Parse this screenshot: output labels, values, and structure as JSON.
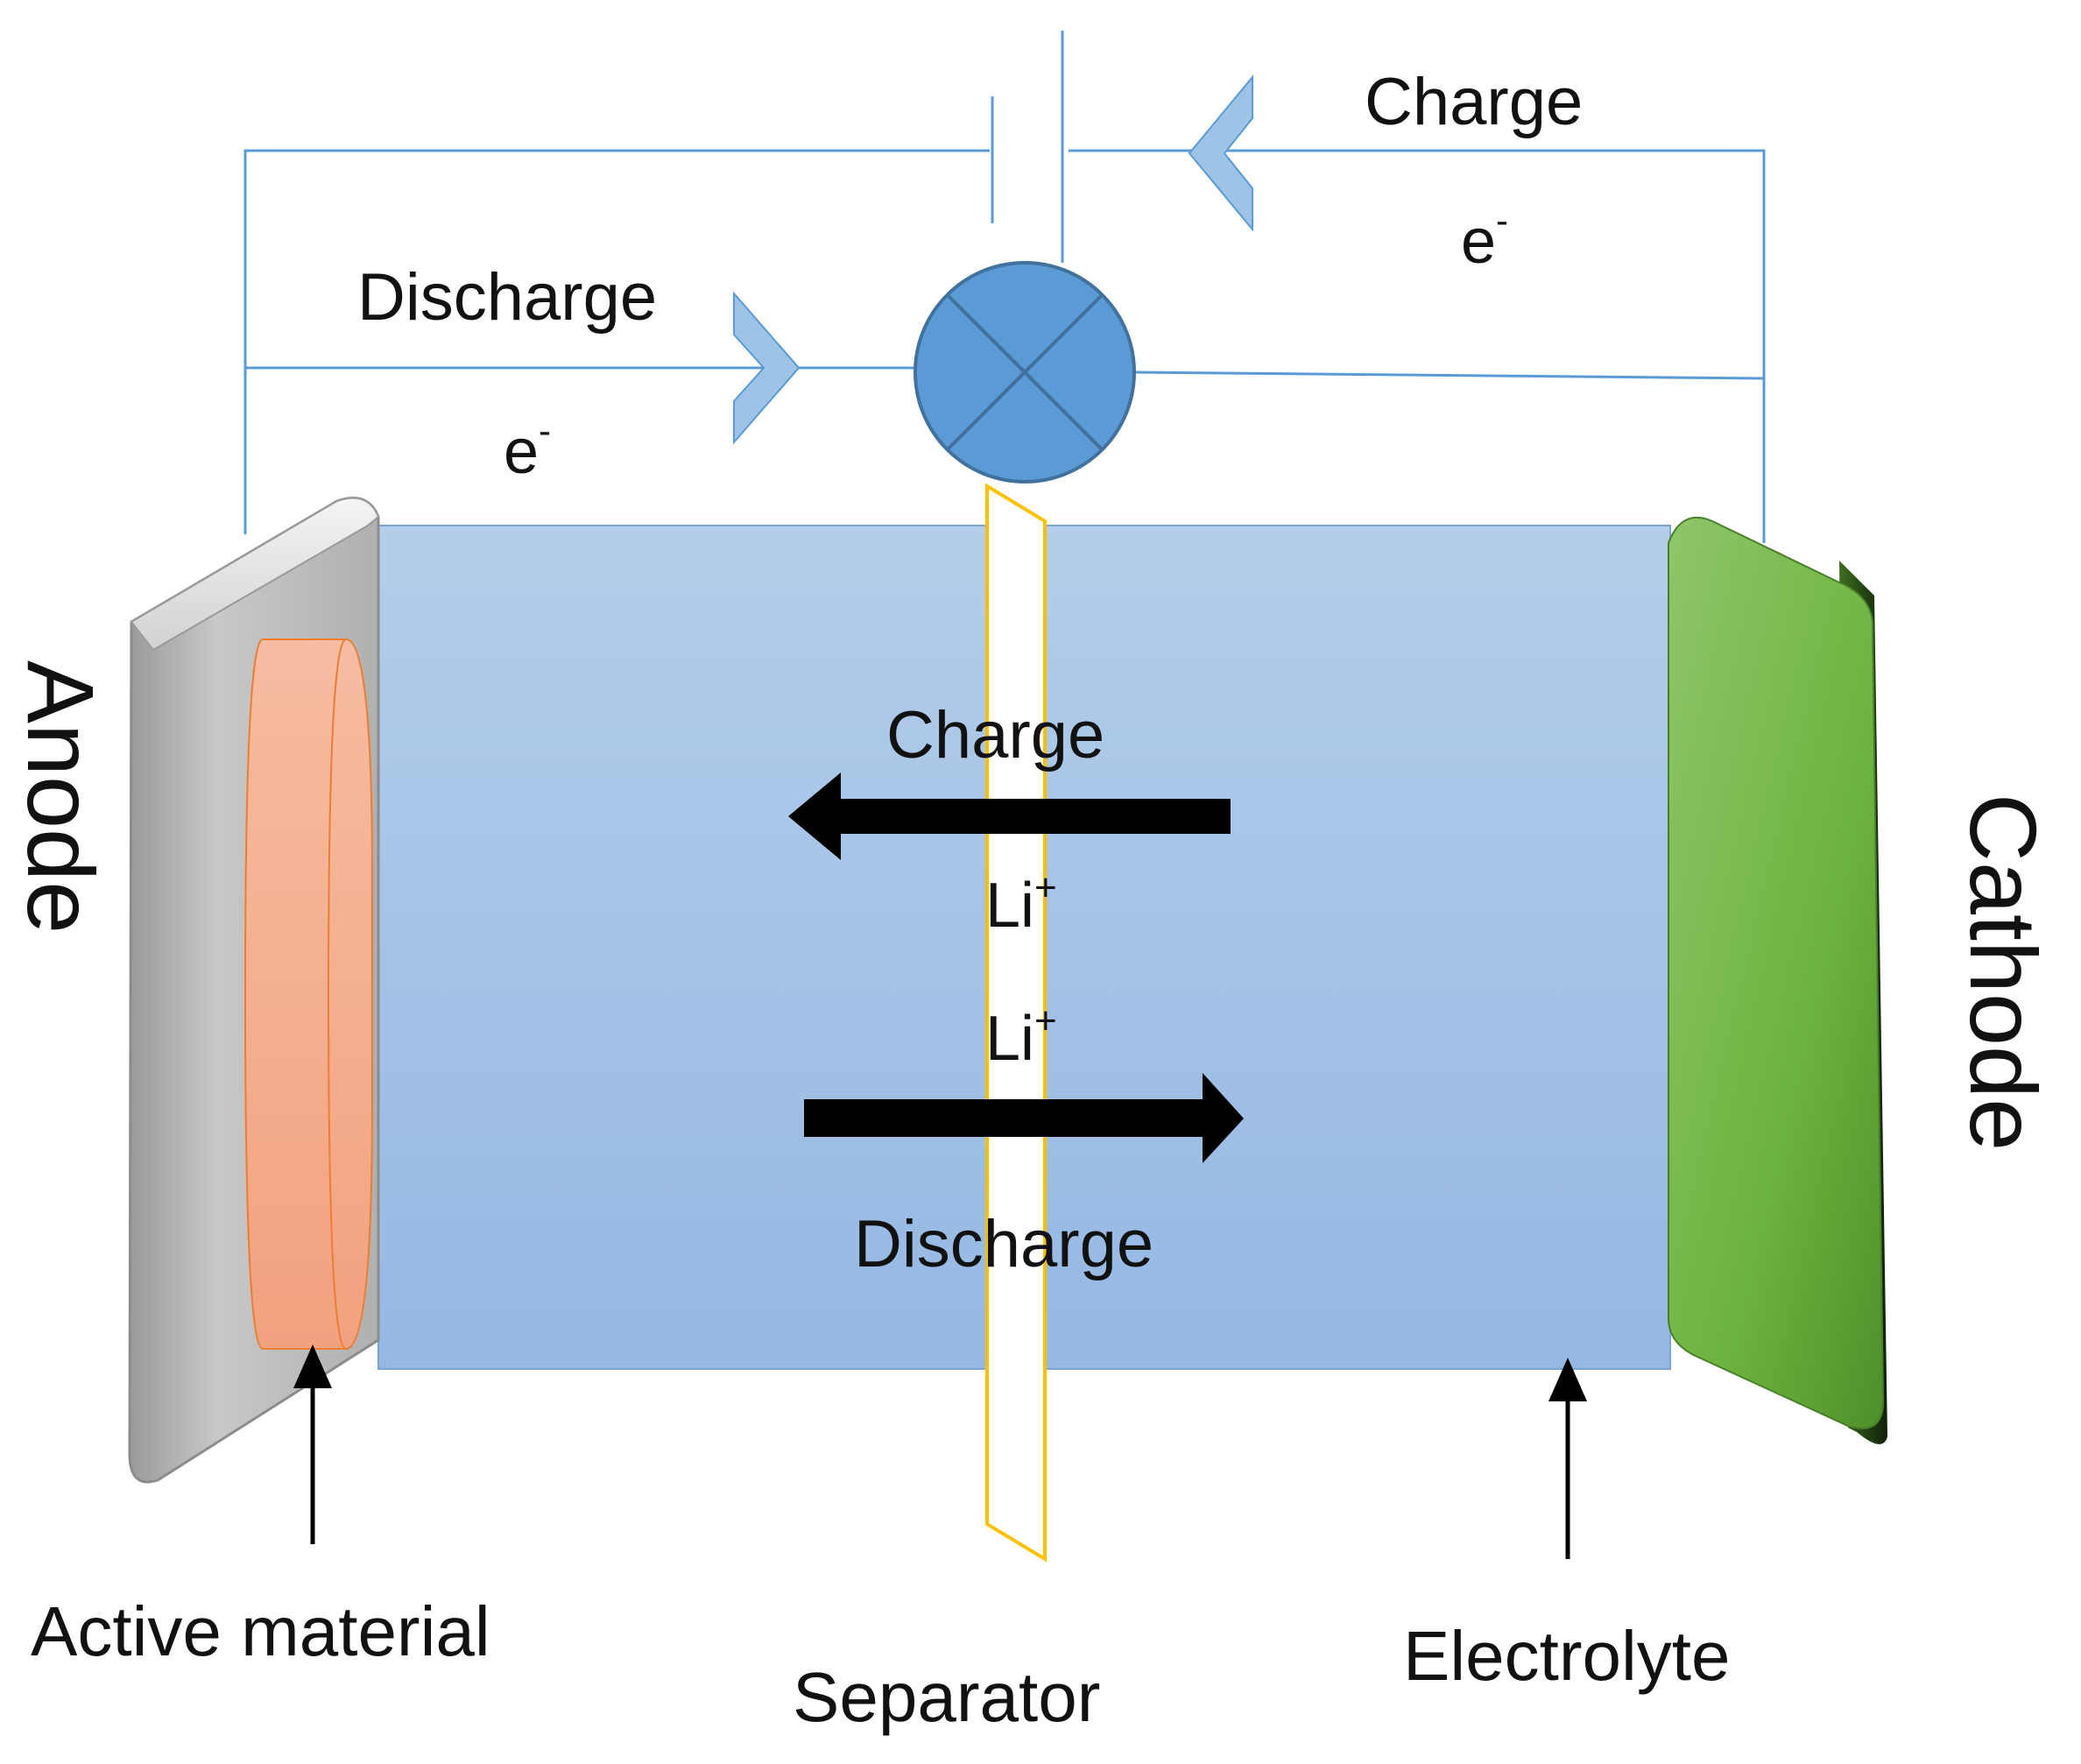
{
  "labels": {
    "charge_top": "Charge",
    "electron_top": "e",
    "electron_top_sup": "-",
    "discharge_top": "Discharge",
    "electron_left": "e",
    "electron_left_sup": "-",
    "charge_mid": "Charge",
    "li_upper": "Li",
    "li_upper_sup": "+",
    "li_lower": "Li",
    "li_lower_sup": "+",
    "discharge_mid": "Discharge",
    "anode": "Anode",
    "cathode": "Cathode",
    "active_material": "Active material",
    "separator": "Separator",
    "electrolyte": "Electrolyte"
  },
  "colors": {
    "wire": "#5b9bd5",
    "electrolyte_top": "#b3cdea",
    "electrolyte_bottom": "#96b9e2",
    "anode_plate": "#bdbdbd",
    "active_material": "#f4a98a",
    "cathode_plate": "#6db33f",
    "separator_border": "#ffc000",
    "lamp": "#5b9bd5",
    "chevron": "#9dc3e6"
  }
}
